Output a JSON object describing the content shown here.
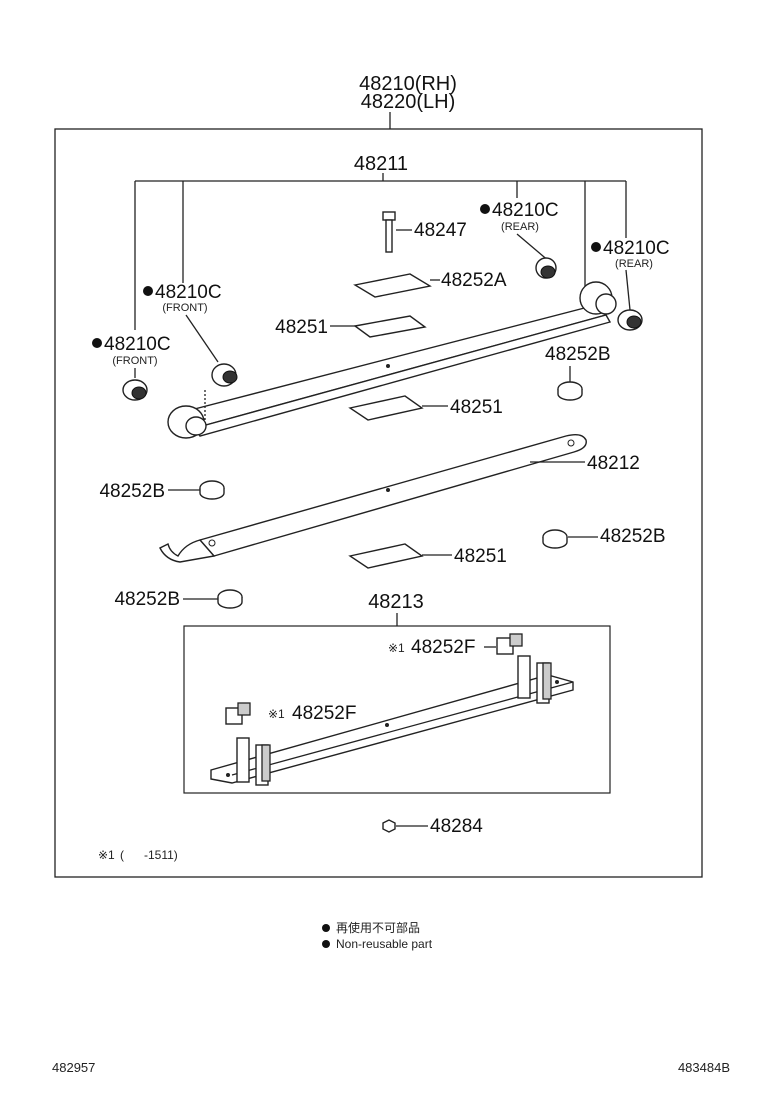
{
  "assembly": {
    "rh": "48210(RH)",
    "lh": "48220(LH)"
  },
  "labels": {
    "leaf_main": "48211",
    "bolt": "48247",
    "bushing_rear_1": "48210C",
    "bushing_rear_1_tag": "(REAR)",
    "bushing_rear_2": "48210C",
    "bushing_rear_2_tag": "(REAR)",
    "bushing_front_1": "48210C",
    "bushing_front_1_tag": "(FRONT)",
    "bushing_front_2": "48210C",
    "bushing_front_2_tag": "(FRONT)",
    "pad_a": "48252A",
    "liner_1": "48251",
    "liner_2": "48251",
    "liner_3": "48251",
    "silencer_1": "48252B",
    "silencer_2": "48252B",
    "silencer_3": "48252B",
    "silencer_4": "48252B",
    "leaf_no2": "48212",
    "leaf_no3": "48213",
    "clip_1": "48252F",
    "clip_2": "48252F",
    "clip_mark": "※1",
    "nut": "48284"
  },
  "footnote": {
    "mark": "※1",
    "text": "(      -1511)"
  },
  "legend": {
    "jp": "再使用不可部品",
    "en": "Non-reusable part"
  },
  "codes": {
    "left": "482957",
    "right": "483484B"
  }
}
